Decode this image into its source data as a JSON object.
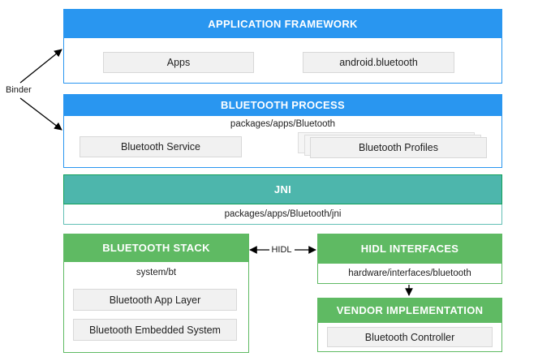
{
  "labels": {
    "binder": "Binder",
    "hidl": "HIDL"
  },
  "colors": {
    "blue": "#2996F0",
    "teal": "#4DB6AC",
    "teal_border": "#12A05A",
    "green": "#5FBA63",
    "box_fill": "#F1F1F1",
    "box_border": "#D8D8D8",
    "arrow": "#000000"
  },
  "sections": {
    "application_framework": {
      "title": "APPLICATION FRAMEWORK",
      "apps": "Apps",
      "android_bluetooth": "android.bluetooth"
    },
    "bluetooth_process": {
      "title": "BLUETOOTH PROCESS",
      "path": "packages/apps/Bluetooth",
      "bluetooth_service": "Bluetooth Service",
      "bluetooth_profiles": "Bluetooth Profiles"
    },
    "jni": {
      "title": "JNI",
      "path": "packages/apps/Bluetooth/jni"
    },
    "bluetooth_stack": {
      "title": "BLUETOOTH STACK",
      "path": "system/bt",
      "app_layer": "Bluetooth App Layer",
      "embedded_system": "Bluetooth Embedded System"
    },
    "hidl_interfaces": {
      "title": "HIDL INTERFACES",
      "path": "hardware/interfaces/bluetooth"
    },
    "vendor_implementation": {
      "title": "VENDOR IMPLEMENTATION",
      "controller": "Bluetooth Controller"
    }
  }
}
